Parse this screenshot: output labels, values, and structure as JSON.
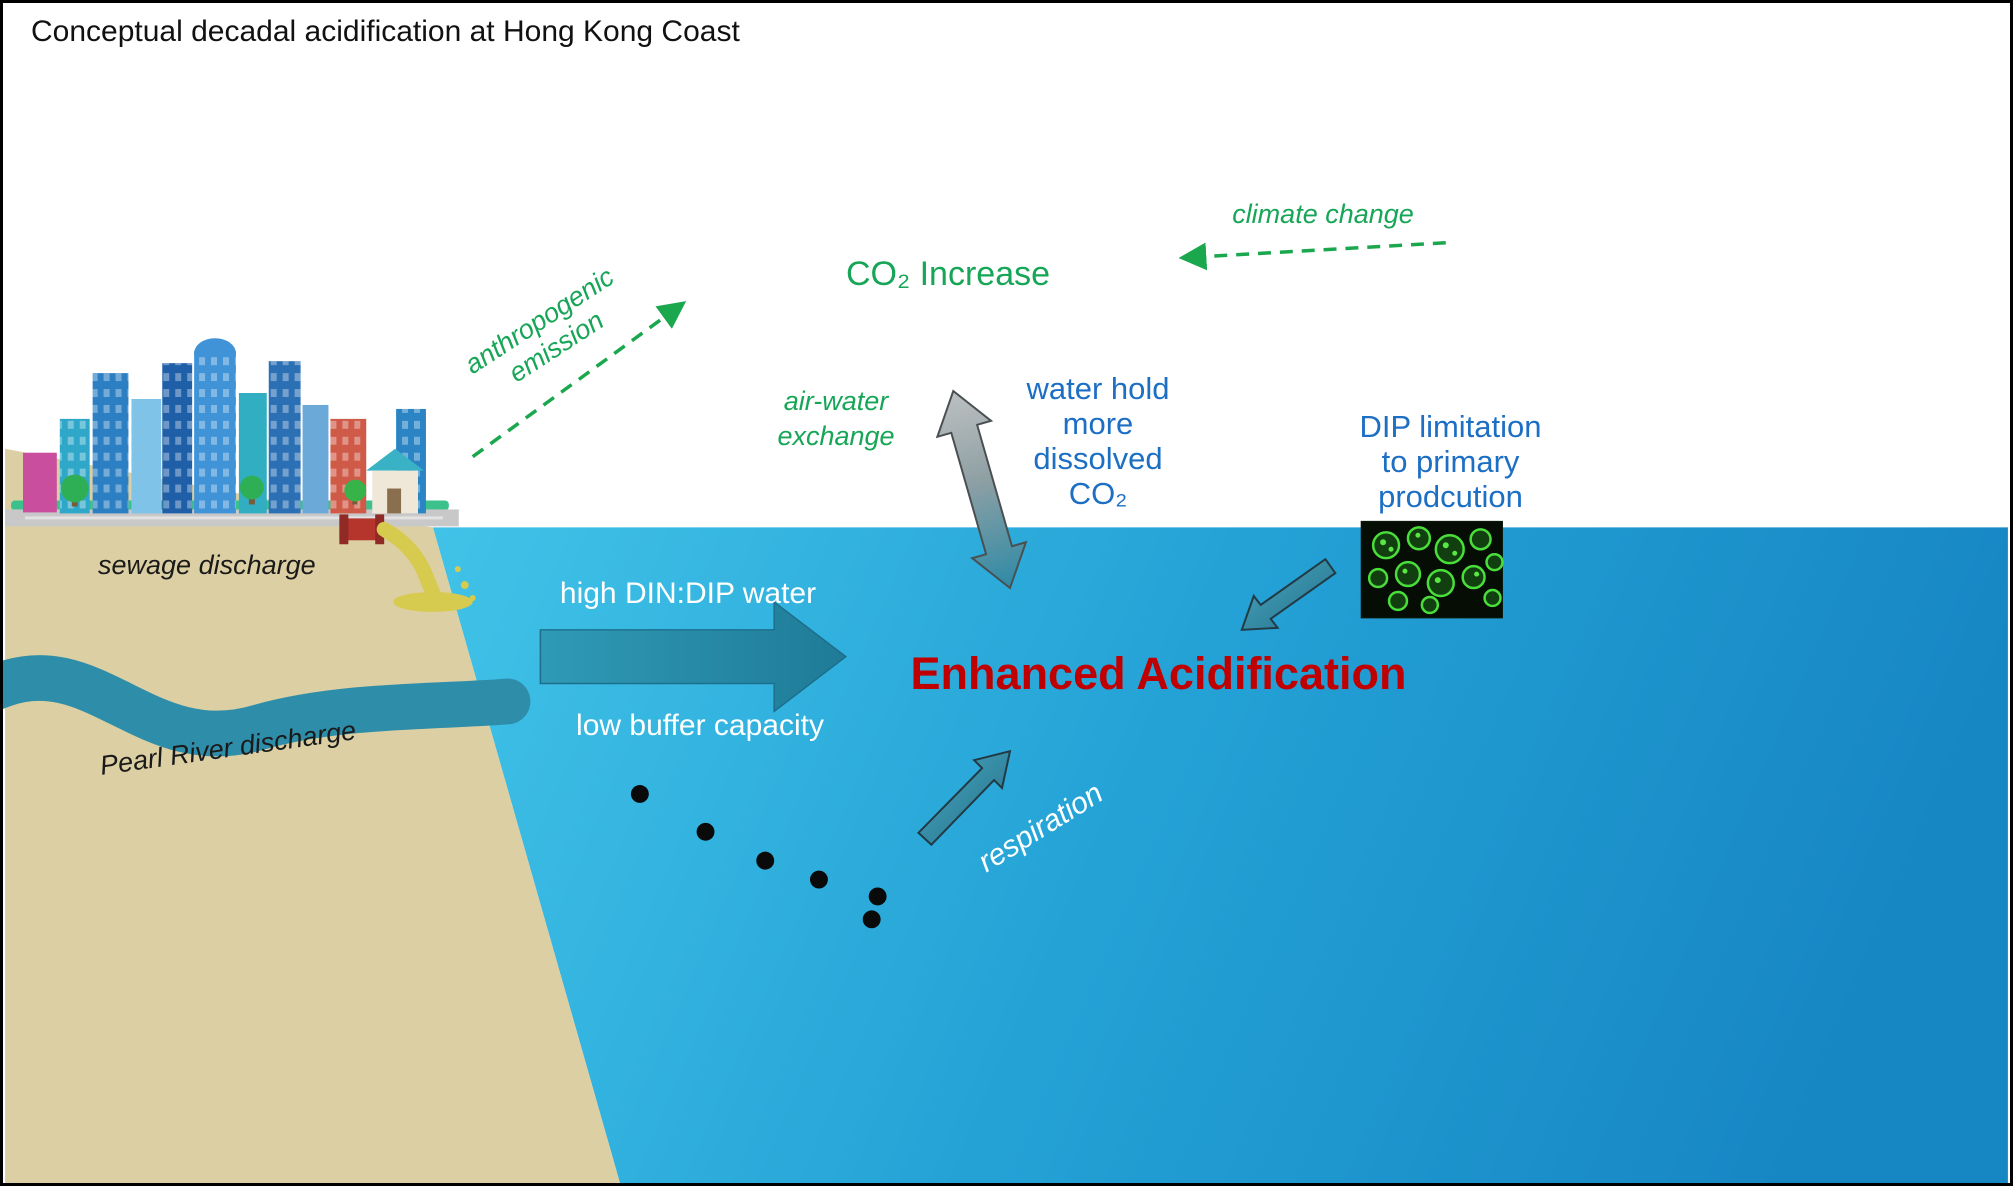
{
  "title": "Conceptual decadal acidification at Hong Kong Coast",
  "atmosphere": {
    "climate_change": "climate change",
    "co2_increase": "CO₂ Increase",
    "anthropogenic_emission": "anthropogenic emission",
    "air_water_exchange": "air-water\nexchange"
  },
  "ocean": {
    "water_hold": "water hold\nmore\ndissolved\nCO₂",
    "dip_limitation": "DIP limitation\nto primary\nprodcution",
    "high_din_dip": "high DIN:DIP water",
    "low_buffer": "low buffer capacity",
    "enhanced_acidification": "Enhanced Acidification",
    "respiration": "respiration"
  },
  "land": {
    "sewage_discharge": "sewage discharge",
    "pearl_river": "Pearl River discharge"
  },
  "colors": {
    "green_text": "#17a657",
    "blue_text": "#1d6fc4",
    "red_text": "#c00000",
    "water_left": "#3fc2e7",
    "water_right": "#1787c4",
    "land_tan": "#dbcfa3",
    "river_teal": "#2e8da9",
    "arrow_teal": "#27839f",
    "sewage_yellow": "#d6cb4f",
    "plankton_green": "#4ade3b"
  },
  "illustrations": [
    {
      "name": "city-skyline-illustration"
    },
    {
      "name": "sewage-pipe-icon"
    },
    {
      "name": "phytoplankton-micrograph"
    }
  ]
}
